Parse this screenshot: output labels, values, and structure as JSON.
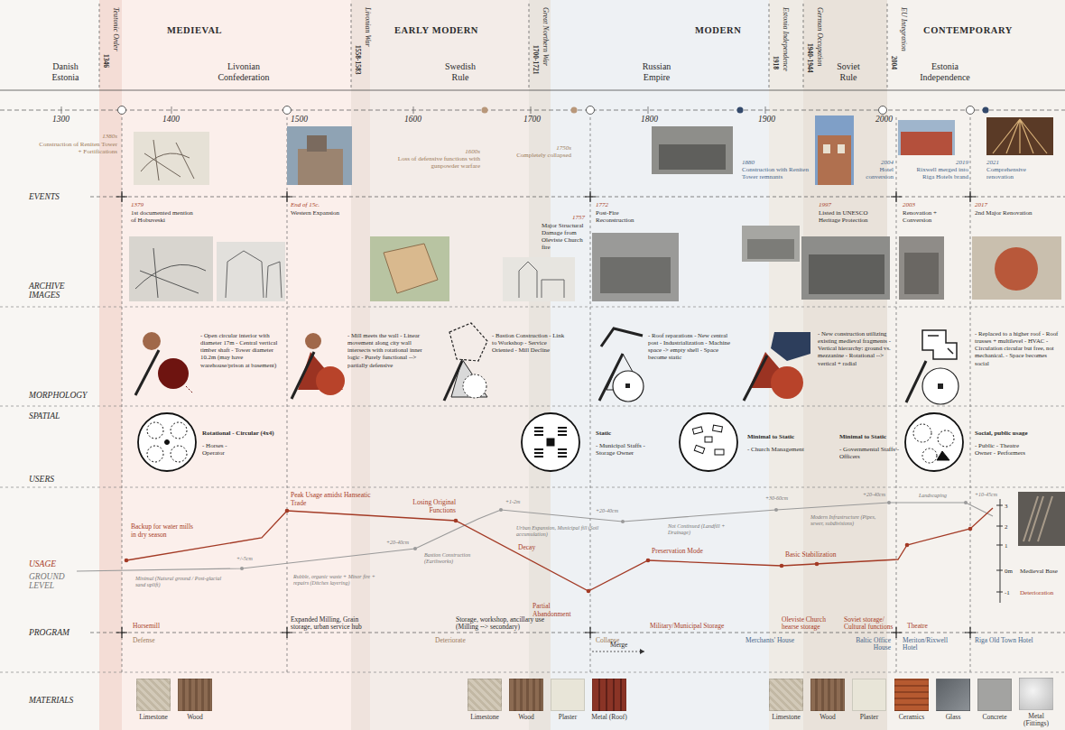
{
  "diagram": {
    "nodes": [
      {
        "text": [
          "Limestone"
        ]
      },
      {
        "text": [
          "Wood"
        ]
      },
      {
        "text": [
          "Limestone"
        ]
      },
      {
        "text": [
          "Wood"
        ]
      },
      {
        "text": [
          "Plaster"
        ]
      },
      {
        "text": [
          "Metal (Roof)"
        ]
      },
      {
        "text": [
          "Limestone"
        ]
      },
      {
        "text": [
          "Wood"
        ]
      },
      {
        "text": [
          "Plaster"
        ]
      },
      {
        "text": [
          "Ceramics"
        ]
      },
      {
        "text": [
          "Glass"
        ]
      },
      {
        "text": [
          "Concrete"
        ]
      },
      {
        "text": [
          "Metal (Fittings)"
        ]
      }
    ],
    "labels": [
      "MEDIEVAL",
      "EARLY MODERN",
      "MODERN",
      "CONTEMPORARY",
      "Danish Estonia",
      "Livonian Confederation",
      "Swedish Rule",
      "Russian Empire",
      "Soviet Rule",
      "Estonia Independence",
      "1346",
      "Teutonic Order",
      "1558-1583",
      "Livonian War",
      "1700-1721",
      "Great Northern War",
      "1918",
      "Estonia Independence",
      "1940-1944",
      "German Occupation",
      "2004",
      "EU Integration",
      "1300",
      "1400",
      "1500",
      "1600",
      "1700",
      "1800",
      "1900",
      "2000",
      "EVENTS",
      "ARCHIVE IMAGES",
      "MORPHOLOGY",
      "SPATIAL",
      "USERS",
      "USAGE",
      "GROUND LEVEL",
      "PROGRAM",
      "MATERIALS",
      "1380s",
      "Construction of Reniten Tower + Fortifications",
      "1600s",
      "Loss of defensive functions with gunpowder warfare",
      "1750s",
      "Completely collapsed",
      "1880",
      "Construction with Reniten Tower remnants",
      "2004",
      "Hotel conversion",
      "2019",
      "Rixwell merged into Riga Hotels brand",
      "2021",
      "Comprehensive renovation",
      "1379",
      "1st documented mention of Hobuveski",
      "End of 15c.",
      "Western Expansion",
      "1757",
      "Major Structural Damage from Oleviste Church fire",
      "1772",
      "Post-Fire Reconstruction",
      "1997",
      "Listed in UNESCO Heritage Protection",
      "2003",
      "Renovation + Conversion",
      "2017",
      "2nd Major Renovation",
      "- Open circular interior with diameter 17m - Central vertical timber shaft - Tower diameter 10.2m (may have warehouse/prison at basement)",
      "- Mill meets the wall - Linear movement along city wall intersects with rotational inner logic - Purely functional --> partially defensive",
      "- Bastion Construction - Link to Workshop - Service Oriented - Mill Decline",
      "- Roof reparations - New central post - Industrialization - Machine space -> empty shell - Space become static",
      "- New construction utilizing existing medieval fragments - Vertical hierarchy: ground vs. mezzanine - Rotational --> vertical + radial",
      "- Replaced to a higher roof - Roof trusses + multilevel - HVAC - Circulation circular but free, not mechanical. - Space becomes social",
      "Rotational - Circular (4x4)",
      "- Horses - Operator",
      "Static",
      "- Municipal Staffs - Storage Owner",
      "Minimal to Static",
      "- Church Management",
      "Minimal to Static",
      "- Governmental Staffs - Officers",
      "Social, public usage",
      "- Public - Theatre Owner - Performers",
      "Backup for water mills in dry season",
      "Peak Usage amidst Hanseatic Trade",
      "Losing Original Functions",
      "Decay",
      "Partial Abandonment",
      "Preservation Mode",
      "Basic Stabilization",
      "Minimal (Natural ground / Post-glacial sand uplift)",
      "+/-5cm",
      "Rubble, organic waste + Minor fire + repairs (Ditches layering)",
      "+20-40cm",
      "Bastion Construction (Earthworks)",
      "+1-2m",
      "Urban Expansion, Municipal fill (Soil accumulation)",
      "+20-40cm",
      "Not Continued (Landfill + Drainage)",
      "+30-60cm",
      "Modern Infrastructure (Pipes, sewer, subdivisions)",
      "+20-40cm",
      "Landscaping",
      "+10-45cm",
      "3",
      "2",
      "1",
      "0m",
      "Medieval Base",
      "-1",
      "Deterioration",
      "Horsemill",
      "Defense",
      "Expanded Milling, Grain storage, urban service hub",
      "Storage, workshop, ancillary use (Milling --> secondary)",
      "Deteriorate",
      "Collapse",
      "Merge",
      "Military/Municipal Storage",
      "Oleviste Church hearse storage",
      "Soviet storage/ Cultural functions",
      "Merchants' House",
      "Baltic Office House",
      "Theatre",
      "Meriton/Rixwell Hotel",
      "Riga Old Town Hotel"
    ]
  }
}
